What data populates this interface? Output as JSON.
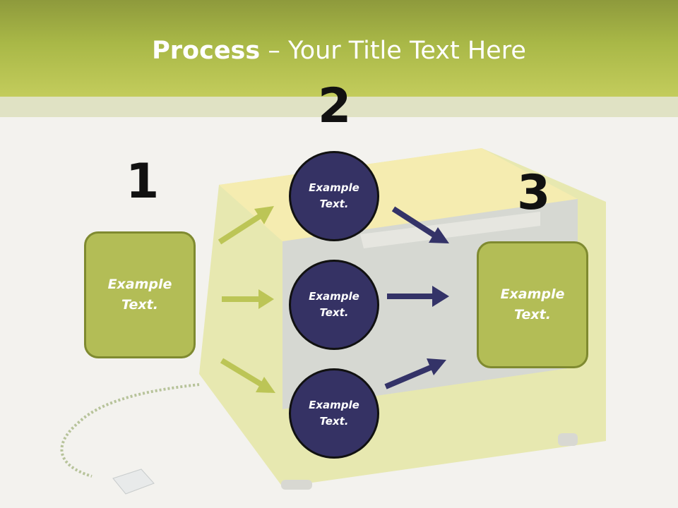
{
  "slide": {
    "title_bold": "Process",
    "title_rest": " – Your Title Text Here"
  },
  "steps": {
    "step1_number": "1",
    "step2_number": "2",
    "step3_number": "3"
  },
  "boxes": {
    "left_text": "Example Text.",
    "right_text": "Example Text."
  },
  "circles": [
    {
      "text": "Example Text."
    },
    {
      "text": "Example Text."
    },
    {
      "text": "Example Text."
    }
  ],
  "colors": {
    "header_green": "#a9b847",
    "box_fill": "#b3bd56",
    "circle_fill": "#353264",
    "green_arrow": "#bcc556",
    "navy_arrow": "#343368"
  }
}
